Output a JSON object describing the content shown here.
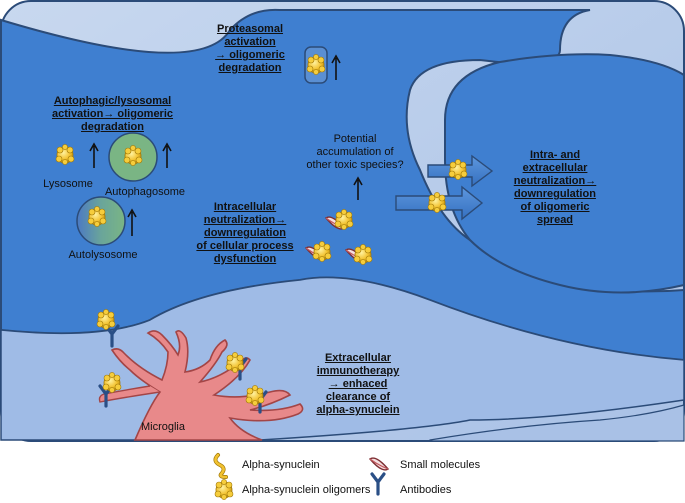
{
  "labels": {
    "proteasomal": [
      "Proteasomal activation",
      "→ oligomeric",
      "degradation"
    ],
    "autophagic": [
      "Autophagic/lysosomal",
      "activation→ oligomeric",
      "degradation"
    ],
    "potential": [
      "Potential",
      "accumulation of",
      "other toxic species?"
    ],
    "intracellular": [
      "Intracellular",
      "neutralization→",
      "downregulation",
      "of cellular process",
      "dysfunction"
    ],
    "intra_extra": [
      "Intra- and",
      "extracellular",
      "neutralization→",
      "downregulation",
      "of oligomeric",
      "spread"
    ],
    "extracellular": [
      "Extracellular",
      "immunotherapy",
      "→ enhaced",
      "clearance of",
      "alpha-synuclein"
    ],
    "lysosome": "Lysosome",
    "autophagosome": "Autophagosome",
    "autolysosome": "Autolysosome",
    "microglia": "Microglia"
  },
  "legend": {
    "alpha_synuclein": "Alpha-synuclein",
    "oligomers": "Alpha-synuclein oligomers",
    "small_molecules": "Small molecules",
    "antibodies": "Antibodies"
  },
  "colors": {
    "cell_body": "#3f7fd0",
    "background_cell": "#b9cdea",
    "outline": "#2b4b78",
    "oligomer": "#f2c230",
    "microglia": "#e8898a",
    "antibody": "#2a4f86",
    "autophagosome": "#7ab584"
  }
}
